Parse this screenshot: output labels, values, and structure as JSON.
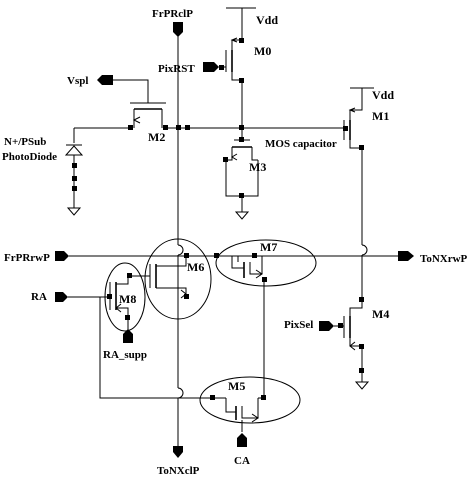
{
  "labels": {
    "frprclp": "FrPRclP",
    "vdd_top": "Vdd",
    "m0": "M0",
    "pixrst": "PixRST",
    "vspl": "Vspl",
    "m2": "M2",
    "vdd_right": "Vdd",
    "m1": "M1",
    "npsub": "N+/PSub",
    "photodiode": "PhotoDiode",
    "mos_cap": "MOS capacitor",
    "m3": "M3",
    "m7": "M7",
    "frprrwp": "FrPRrwP",
    "m6": "M6",
    "tonxrwp": "ToNXrwP",
    "ra": "RA",
    "m8": "M8",
    "pixsel": "PixSel",
    "m4": "M4",
    "ra_supp": "RA_supp",
    "m5": "M5",
    "ca": "CA",
    "tonxclp": "ToNXclP"
  },
  "icons": {
    "ground": "ground-icon",
    "pin": "pin-icon",
    "diode": "diode-icon",
    "transistor": "transistor-icon"
  }
}
